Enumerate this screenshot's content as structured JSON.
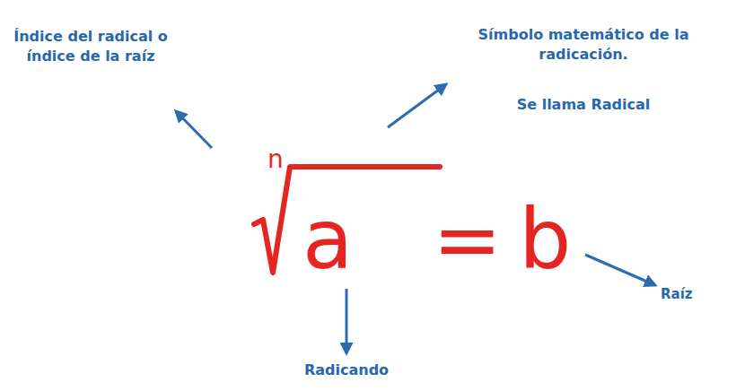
{
  "diagram": {
    "labels": [
      "Índice del radical o índice de la raíz",
      "Símbolo matemático de la radicación.",
      "Se llama Radical",
      "n",
      "a",
      "=",
      "b",
      "Radicando",
      "Raíz"
    ]
  }
}
